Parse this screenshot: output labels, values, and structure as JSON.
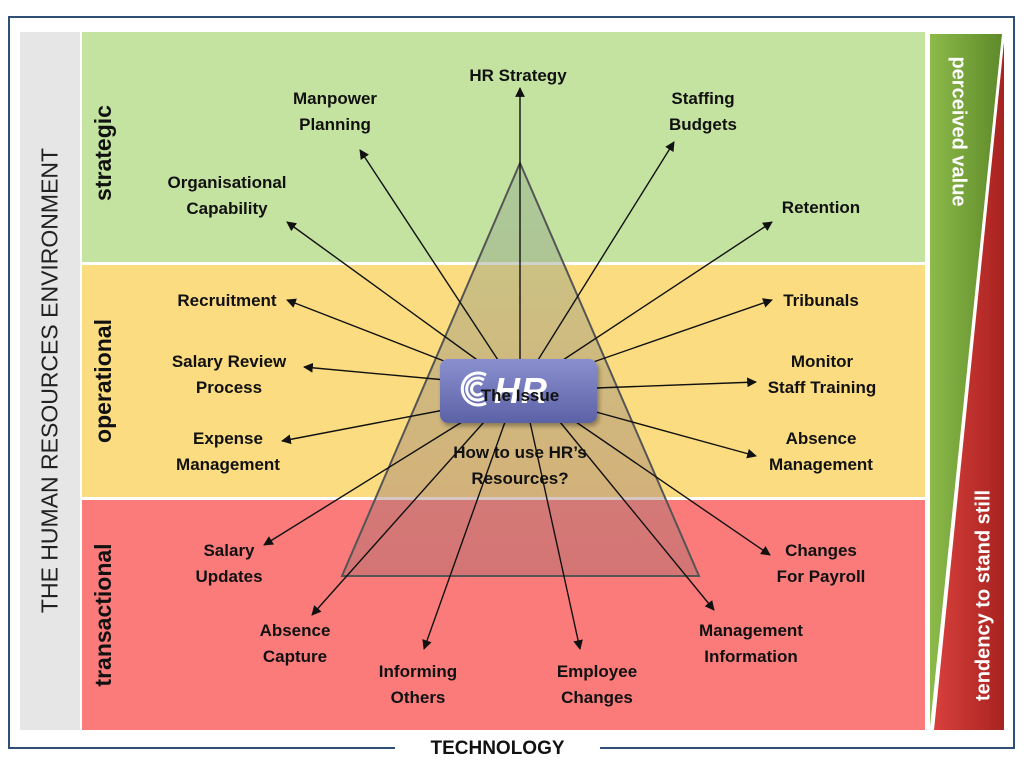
{
  "environment_label": "THE HUMAN RESOURCES ENVIRONMENT",
  "technology_label": "TECHNOLOGY",
  "bands": {
    "strategic": "strategic",
    "operational": "operational",
    "transactional": "transactional"
  },
  "center": {
    "logo_text": "HR",
    "issue": "The Issue",
    "question": "How to use HR’s\nResources?"
  },
  "side": {
    "perceived": "perceived value",
    "tendency": "tendency to stand still"
  },
  "nodes": {
    "hr_strategy": "HR Strategy",
    "manpower_planning": "Manpower\nPlanning",
    "staffing_budgets": "Staffing\nBudgets",
    "organisational_capability": "Organisational\nCapability",
    "retention": "Retention",
    "recruitment": "Recruitment",
    "tribunals": "Tribunals",
    "salary_review_process": "Salary Review\nProcess",
    "monitor_staff_training": "Monitor\nStaff Training",
    "expense_management": "Expense\nManagement",
    "absence_management": "Absence\nManagement",
    "salary_updates": "Salary\nUpdates",
    "changes_for_payroll": "Changes\nFor Payroll",
    "absence_capture": "Absence\nCapture",
    "management_information": "Management\nInformation",
    "informing_others": "Informing\nOthers",
    "employee_changes": "Employee\nChanges"
  },
  "colors": {
    "strategic": "#c5e3a0",
    "operational": "#fbdc80",
    "transactional": "#fb7b7b",
    "perceived_value": "#76a136",
    "tendency": "#c0302d",
    "hr_box": "#6a70b8"
  }
}
